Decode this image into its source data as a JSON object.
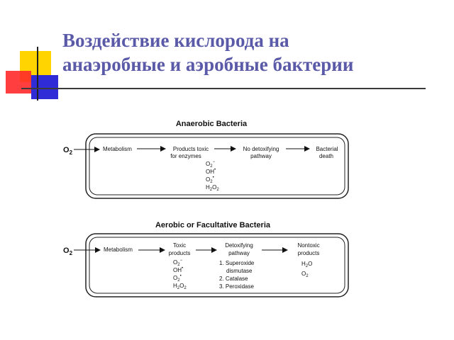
{
  "slide": {
    "title_line1": "Воздействие кислорода на",
    "title_line2": "анаэробные и аэробные бактерии"
  },
  "anaerobic": {
    "heading": "Anaerobic Bacteria",
    "input": "O2",
    "step1": "Metabolism",
    "step2_line1": "Products toxic",
    "step2_line2": "for enzymes",
    "species": [
      "O2−",
      "OH•",
      "O2•",
      "H2O2"
    ],
    "step3_line1": "No detoxifying",
    "step3_line2": "pathway",
    "result_line1": "Bacterial",
    "result_line2": "death"
  },
  "aerobic": {
    "heading": "Aerobic or Facultative Bacteria",
    "input": "O2",
    "step1": "Metabolism",
    "step2_line1": "Toxic",
    "step2_line2": "products",
    "species": [
      "O2−",
      "OH•",
      "O2•",
      "H2O2"
    ],
    "step3_line1": "Detoxifying",
    "step3_line2": "pathway",
    "enzymes": [
      "1. Superoxide",
      "dismutase",
      "2. Catalase",
      "3. Peroxidase"
    ],
    "result_line1": "Nontoxic",
    "result_line2": "products",
    "results": [
      "H2O",
      "O2"
    ]
  },
  "colors": {
    "title": "#5a5aa8",
    "yellow": "#ffd400",
    "red": "#ff2a2a",
    "blue": "#2f2bd6"
  }
}
